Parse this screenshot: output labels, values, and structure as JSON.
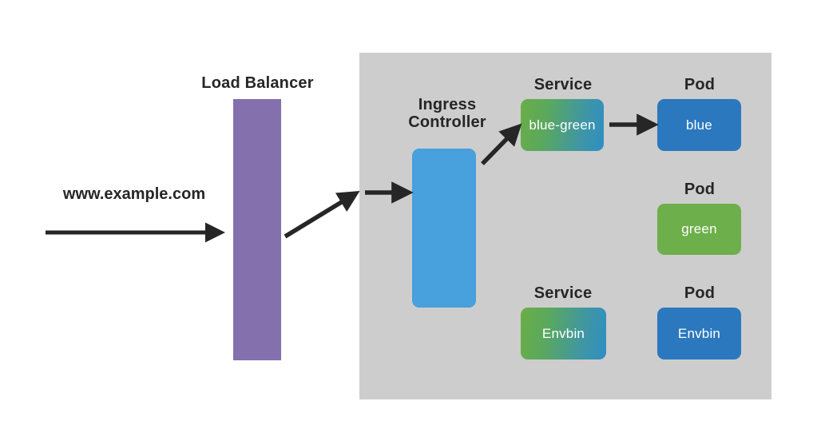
{
  "diagram": {
    "title_text": "Blue-green deployment Kubernetes routing diagram",
    "background_color": "#ffffff",
    "cluster_region": {
      "name": "kubernetes-cluster-region",
      "color": "#cdcdcd"
    },
    "entry": {
      "url_label": "www.example.com",
      "arrow_name": "incoming-traffic-arrow"
    },
    "load_balancer": {
      "caption": "Load Balancer",
      "color": "#8370ad"
    },
    "ingress": {
      "caption": "Ingress\nController",
      "caption_line1": "Ingress",
      "caption_line2": "Controller",
      "color": "#48a0dc"
    },
    "nodes": [
      {
        "id": "svc-bluegreen",
        "caption": "Service",
        "label": "blue-green",
        "style": "gradient-green-blue",
        "color_from": "#6bae46",
        "color_to": "#2f8ec4"
      },
      {
        "id": "pod-blue",
        "caption": "Pod",
        "label": "blue",
        "style": "solid",
        "color": "#2b78be"
      },
      {
        "id": "pod-green",
        "caption": "Pod",
        "label": "green",
        "style": "solid",
        "color": "#6daf4a"
      },
      {
        "id": "svc-envbin",
        "caption": "Service",
        "label": "Envbin",
        "style": "gradient-green-blue",
        "color_from": "#6bae46",
        "color_to": "#2f8ec4"
      },
      {
        "id": "pod-envbin",
        "caption": "Pod",
        "label": "Envbin",
        "style": "solid",
        "color": "#2b78be"
      }
    ],
    "arrows": [
      {
        "name": "client-to-loadbalancer-arrow",
        "from": "www.example.com",
        "to": "Load Balancer"
      },
      {
        "name": "loadbalancer-to-cluster-arrow",
        "from": "Load Balancer",
        "to": "Cluster"
      },
      {
        "name": "cluster-to-ingress-arrow",
        "from": "Cluster edge",
        "to": "Ingress Controller"
      },
      {
        "name": "ingress-to-service-arrow",
        "from": "Ingress Controller",
        "to": "blue-green"
      },
      {
        "name": "service-to-pod-arrow",
        "from": "blue-green",
        "to": "blue"
      }
    ],
    "arrow_color": "#262626"
  }
}
